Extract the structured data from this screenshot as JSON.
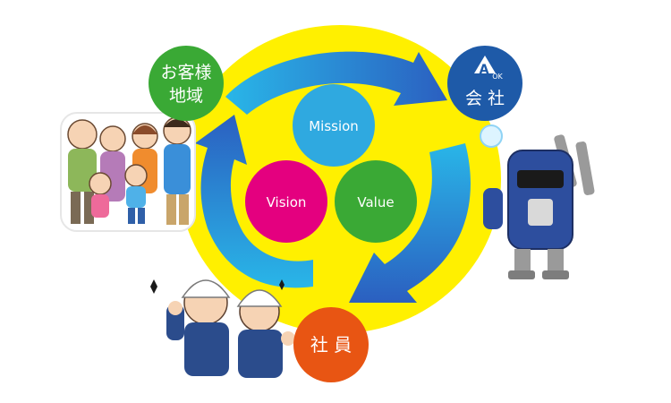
{
  "center": {
    "mission": "Mission",
    "vision": "Vision",
    "value": "Value"
  },
  "nodes": {
    "customers_line1": "お客様",
    "customers_line2": "地域",
    "company": "会 社",
    "staff": "社 員"
  },
  "logo": {
    "letter": "A",
    "ok": "OK"
  },
  "colors": {
    "yellow_ring": "#FFF000",
    "arrow_blue": "#2C7BD6",
    "arrow_light": "#29B6E8",
    "mission_circle": "#2FA9E0",
    "vision_circle": "#E4007F",
    "value_circle": "#3AA935",
    "customers_circle": "#3AA935",
    "company_circle": "#1E5AA8",
    "staff_circle": "#E85513"
  }
}
